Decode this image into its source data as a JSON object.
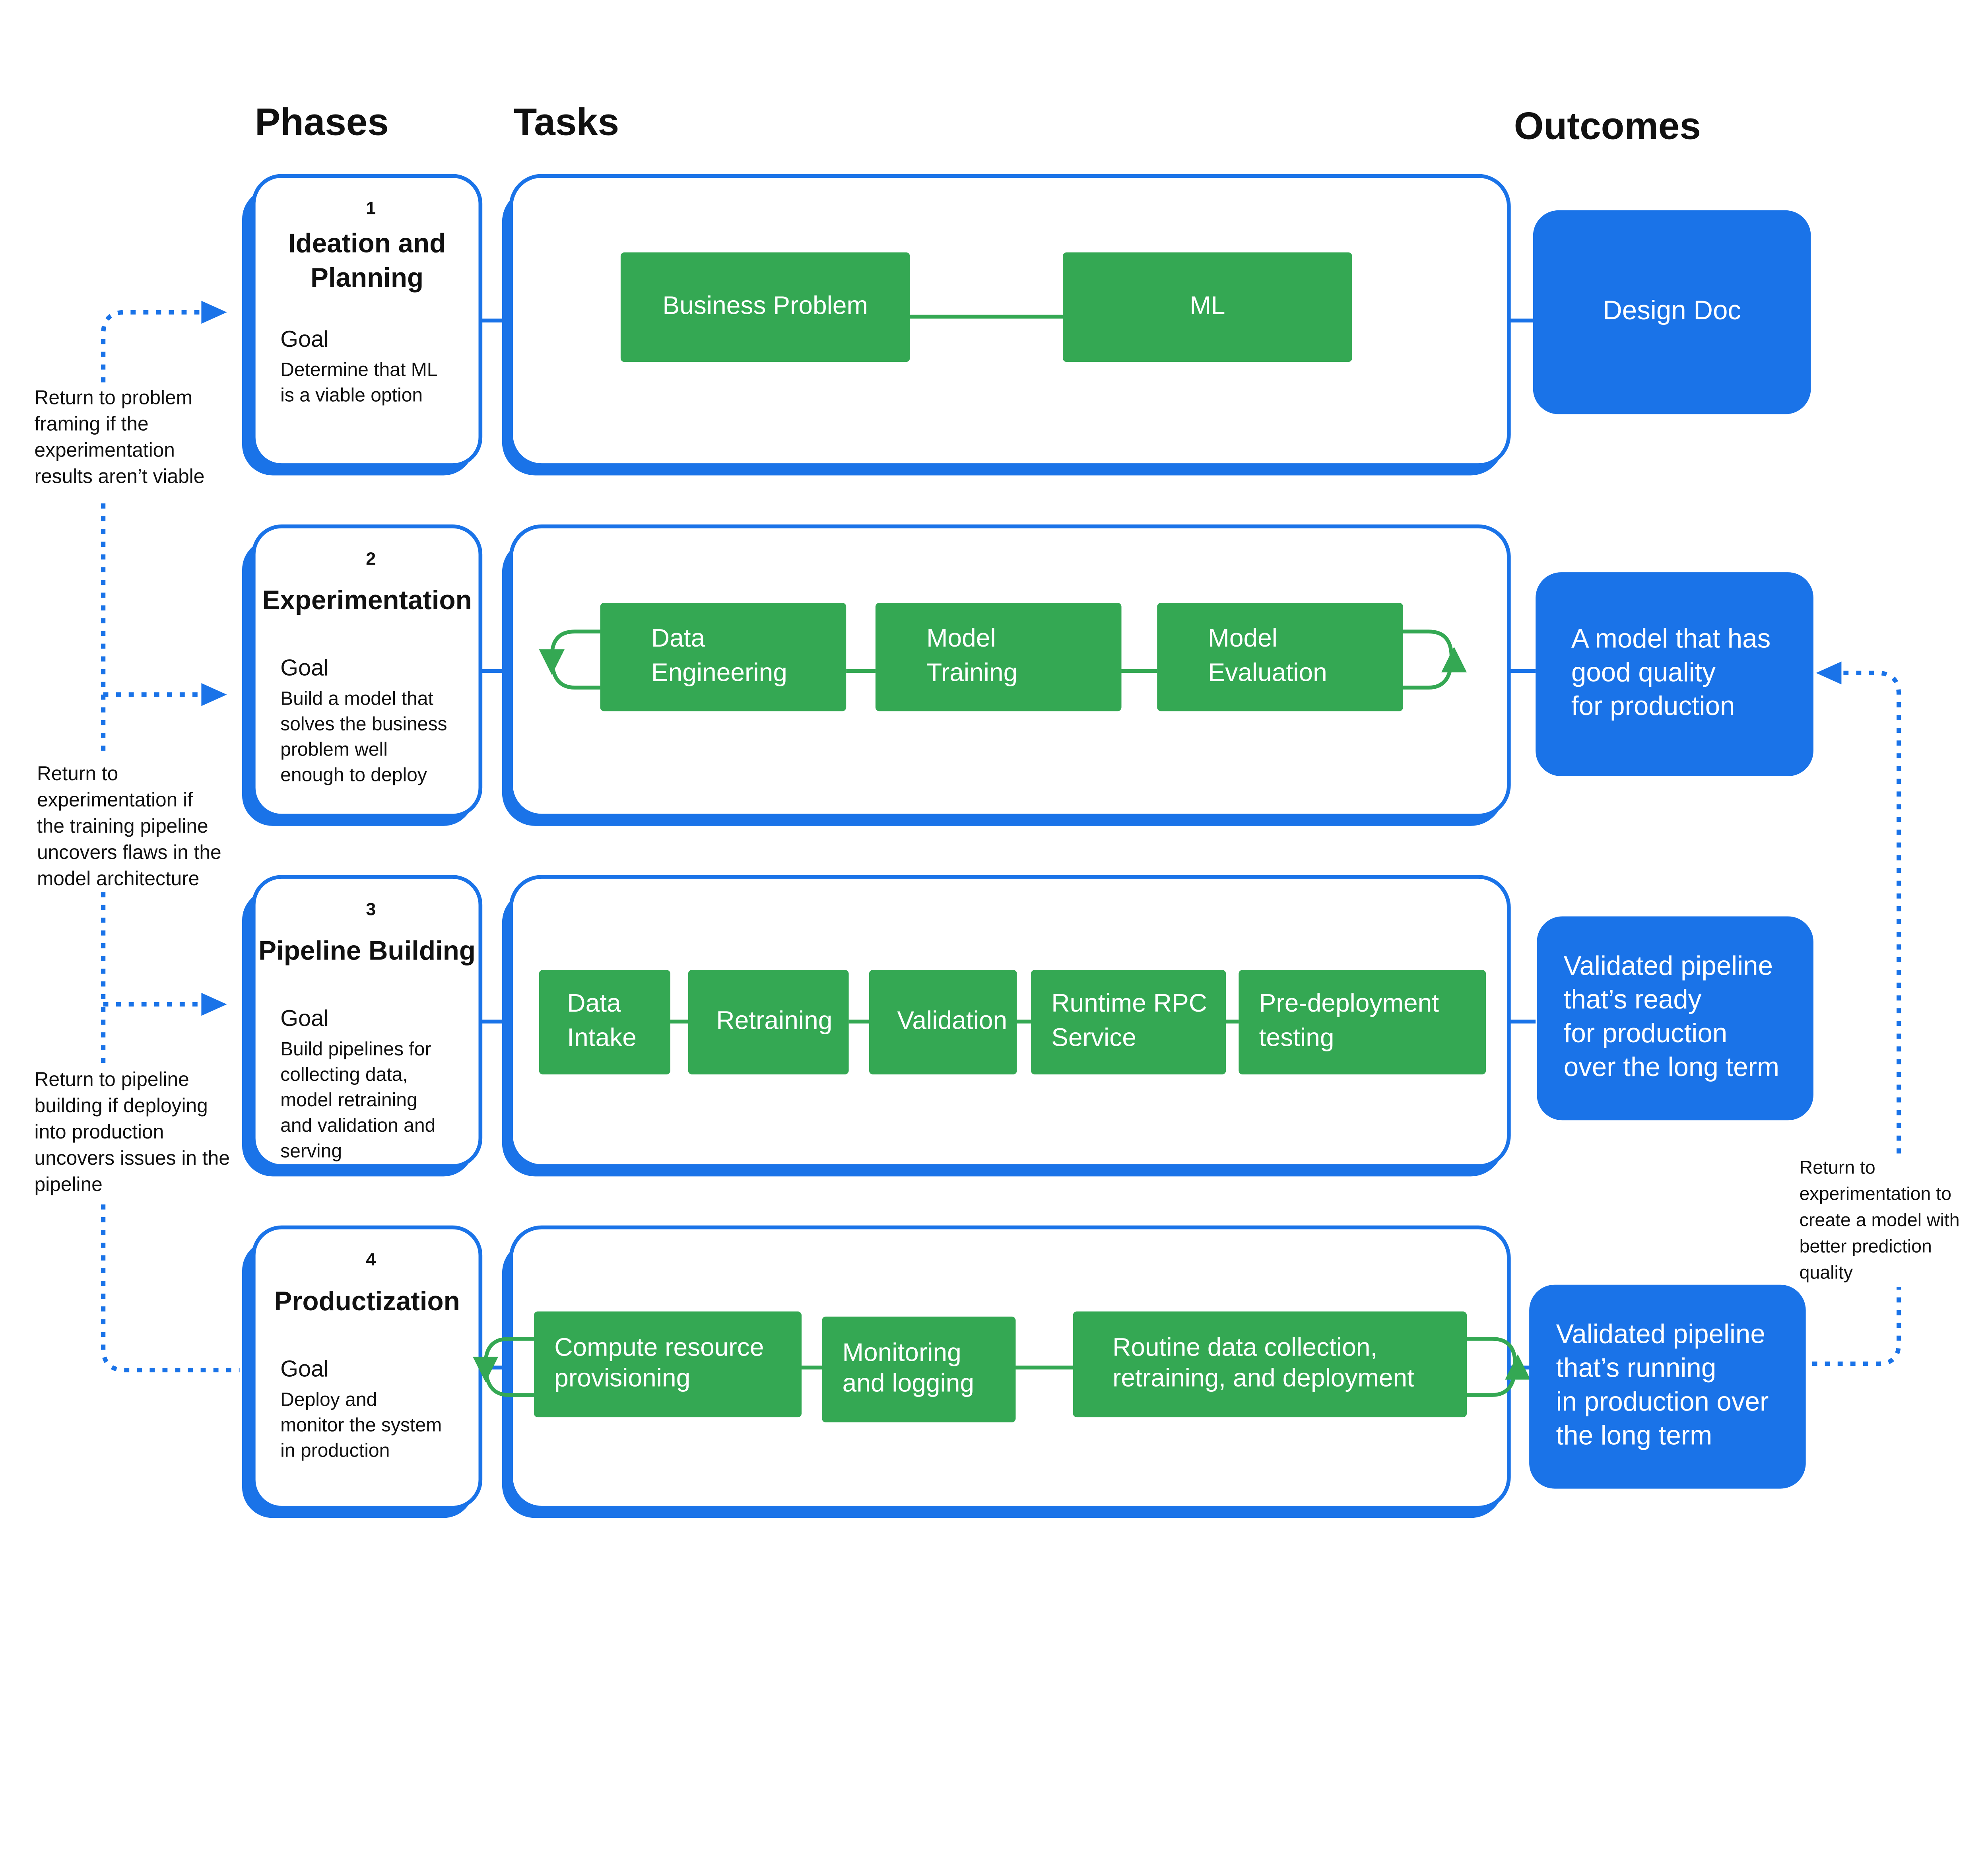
{
  "headers": {
    "phases": "Phases",
    "tasks": "Tasks",
    "outcomes": "Outcomes"
  },
  "colors": {
    "blue": "#1a73e8",
    "green": "#34a853"
  },
  "phases": [
    {
      "number": "1",
      "title_lines": [
        "Ideation and",
        "Planning"
      ],
      "goal_label": "Goal",
      "goal_lines": [
        "Determine that ML",
        "is a viable option"
      ]
    },
    {
      "number": "2",
      "title_lines": [
        "Experimentation"
      ],
      "goal_label": "Goal",
      "goal_lines": [
        "Build a model that",
        "solves the business",
        "problem well",
        "enough to deploy"
      ]
    },
    {
      "number": "3",
      "title_lines": [
        "Pipeline Building"
      ],
      "goal_label": "Goal",
      "goal_lines": [
        "Build pipelines for",
        "collecting data,",
        "model retraining",
        "and validation and",
        "serving"
      ]
    },
    {
      "number": "4",
      "title_lines": [
        "Productization"
      ],
      "goal_label": "Goal",
      "goal_lines": [
        "Deploy and",
        "monitor the system",
        "in production"
      ]
    }
  ],
  "tasks": [
    [
      {
        "lines": [
          "Business Problem"
        ]
      },
      {
        "lines": [
          "ML"
        ]
      }
    ],
    [
      {
        "lines": [
          "Data",
          "Engineering"
        ]
      },
      {
        "lines": [
          "Model",
          "Training"
        ]
      },
      {
        "lines": [
          "Model",
          "Evaluation"
        ]
      }
    ],
    [
      {
        "lines": [
          "Data",
          "Intake"
        ]
      },
      {
        "lines": [
          "Retraining"
        ]
      },
      {
        "lines": [
          "Validation"
        ]
      },
      {
        "lines": [
          "Runtime RPC",
          "Service"
        ]
      },
      {
        "lines": [
          "Pre-deployment",
          "testing"
        ]
      }
    ],
    [
      {
        "lines": [
          "Compute  resource",
          "provisioning"
        ]
      },
      {
        "lines": [
          "Monitoring",
          "and logging"
        ]
      },
      {
        "lines": [
          "Routine data collection,",
          "retraining, and deployment"
        ]
      }
    ]
  ],
  "outcomes": [
    {
      "lines": [
        "Design Doc"
      ]
    },
    {
      "lines": [
        "A model that has",
        "good quality",
        "for production"
      ]
    },
    {
      "lines": [
        "Validated pipeline",
        "that’s ready",
        "for production",
        "over the long term"
      ]
    },
    {
      "lines": [
        "Validated pipeline",
        "that’s running",
        "in production over",
        "the long term"
      ]
    }
  ],
  "feedback_notes": [
    {
      "lines": [
        "Return to problem",
        "framing if the",
        "experimentation",
        "results aren’t viable"
      ]
    },
    {
      "lines": [
        "Return to",
        "experimentation if",
        "the training pipeline",
        "uncovers flaws in the",
        "model architecture"
      ]
    },
    {
      "lines": [
        "Return to pipeline",
        "building if deploying",
        "into production",
        "uncovers issues in the",
        "pipeline"
      ]
    },
    {
      "lines": [
        "Return to",
        "experimentation to",
        "create a model with",
        "better prediction",
        "quality"
      ]
    }
  ]
}
